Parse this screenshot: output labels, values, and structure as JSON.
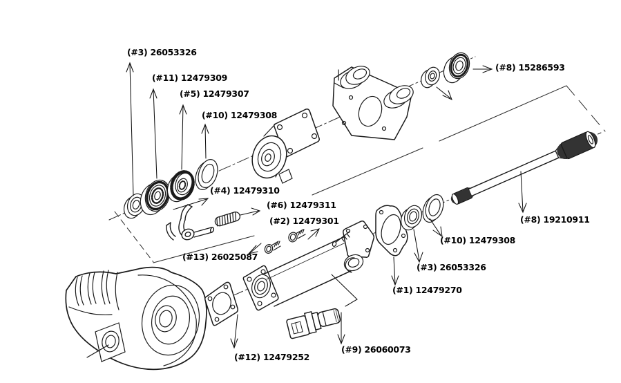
{
  "diagram": {
    "type": "exploded-parts-diagram",
    "colors": {
      "background": "#ffffff",
      "line": "#1a1a1a",
      "text": "#000000"
    }
  },
  "labels": [
    {
      "callout": "#3",
      "part_number": "26053326",
      "text": "(#3) 26053326"
    },
    {
      "callout": "#11",
      "part_number": "12479309",
      "text": "(#11) 12479309"
    },
    {
      "callout": "#5",
      "part_number": "12479307",
      "text": "(#5) 12479307"
    },
    {
      "callout": "#10",
      "part_number": "12479308",
      "text": "(#10) 12479308"
    },
    {
      "callout": "#8",
      "part_number": "15286593",
      "text": "(#8) 15286593"
    },
    {
      "callout": "#8",
      "part_number": "19210911",
      "text": "(#8) 19210911"
    },
    {
      "callout": "#10",
      "part_number": "12479308",
      "text": "(#10) 12479308"
    },
    {
      "callout": "#3",
      "part_number": "26053326",
      "text": "(#3) 26053326"
    },
    {
      "callout": "#1",
      "part_number": "12479270",
      "text": "(#1) 12479270"
    },
    {
      "callout": "#4",
      "part_number": "12479310",
      "text": "(#4) 12479310"
    },
    {
      "callout": "#6",
      "part_number": "12479311",
      "text": "(#6) 12479311"
    },
    {
      "callout": "#2",
      "part_number": "12479301",
      "text": "(#2) 12479301"
    },
    {
      "callout": "#13",
      "part_number": "26025087",
      "text": "(#13) 26025087"
    },
    {
      "callout": "#12",
      "part_number": "12479252",
      "text": "(#12) 12479252"
    },
    {
      "callout": "#9",
      "part_number": "26060073",
      "text": "(#9) 26060073"
    }
  ]
}
